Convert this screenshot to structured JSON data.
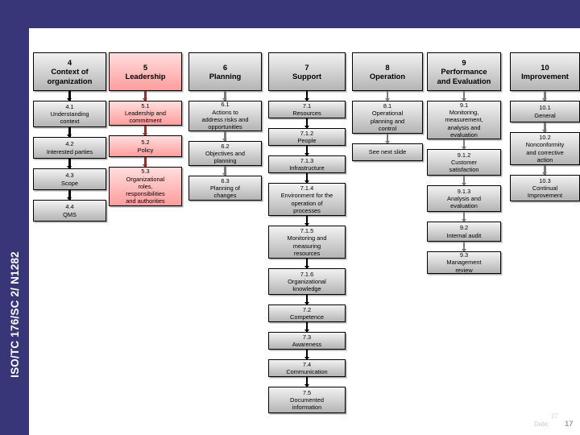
{
  "slide": {
    "sidebar_label": "ISO/TC 176/SC 2/ N1282",
    "accent_color": "#383578",
    "highlight_color": "#ff9d9d",
    "box_color": "#b4b4b4"
  },
  "footer": {
    "page_ghost": "17",
    "date_label": "Date:",
    "page_number": "17"
  },
  "columns": [
    {
      "id": "clause-4",
      "header": "4\nContext of\norganization",
      "highlight": false,
      "items": [
        {
          "label": "4.1\nUnderstanding\ncontext"
        },
        {
          "label": "4.2\nInterested parties"
        },
        {
          "label": "4.3\nScope"
        },
        {
          "label": "4.4\nQMS"
        }
      ]
    },
    {
      "id": "clause-5",
      "header": "5\nLeadership",
      "highlight": true,
      "items": [
        {
          "label": "5.1\nLeadership and\ncommitment"
        },
        {
          "label": "5.2\nPolicy"
        },
        {
          "label": "5.3\nOrganizational\nroles,\nresponsibilities\nand authorities"
        }
      ]
    },
    {
      "id": "clause-6",
      "header": "6\nPlanning",
      "highlight": false,
      "items": [
        {
          "label": "6.1\nActions to\naddress risks and\nopportunities"
        },
        {
          "label": "6.2\nObjectives and\nplanning"
        },
        {
          "label": "6.3\nPlanning of\nchanges"
        }
      ]
    },
    {
      "id": "clause-7",
      "header": "7\nSupport",
      "highlight": false,
      "items": [
        {
          "label": "7.1\nResources"
        },
        {
          "label": "7.1.2\nPeople"
        },
        {
          "label": "7.1.3\nInfrastructure"
        },
        {
          "label": "7.1.4\nEnvironment for the\noperation of\nprocesses"
        },
        {
          "label": "7.1.5\nMonitoring and\nmeasuring\nresources"
        },
        {
          "label": "7.1.6\nOrganizational\nknowledge"
        },
        {
          "label": "7.2\nCompetence"
        },
        {
          "label": "7.3\nAwareness"
        },
        {
          "label": "7.4\nCommunication"
        },
        {
          "label": "7.5\nDocumented\ninformation"
        }
      ]
    },
    {
      "id": "clause-8",
      "header": "8\nOperation",
      "highlight": false,
      "items": [
        {
          "label": "8.1\nOperational\nplanning and\ncontrol"
        },
        {
          "label": "See next slide"
        }
      ]
    },
    {
      "id": "clause-9",
      "header": "9\nPerformance\nand Evaluation",
      "highlight": false,
      "items": [
        {
          "label": "9.1\nMonitoring,\nmeasurement,\nanalysis and\nevaluation"
        },
        {
          "label": "9.1.2\nCustomer\nsatisfaction"
        },
        {
          "label": "9.1.3\nAnalysis and\nevaluation"
        },
        {
          "label": "9.2\nInternal audit"
        },
        {
          "label": "9.3\nManagement\nreview"
        }
      ]
    },
    {
      "id": "clause-10",
      "header": "10\nImprovement",
      "highlight": false,
      "items": [
        {
          "label": "10.1\nGeneral"
        },
        {
          "label": "10.2\nNonconformity\nand corrective\naction"
        },
        {
          "label": "10.3\nContinual\nImprovement"
        }
      ]
    }
  ]
}
